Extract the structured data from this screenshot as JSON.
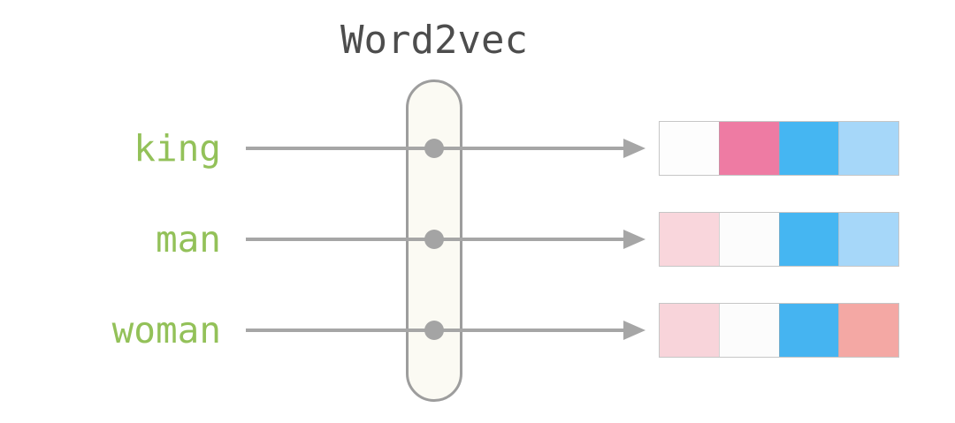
{
  "diagram": {
    "title": "Word2vec",
    "title_color": "#4d4d4d",
    "word_color": "#93c159",
    "arrow_color": "#a6a6a6",
    "node_color": "#a4a4a4",
    "encoder_fill": "#fbfaf3",
    "encoder_border": "#9d9d9d"
  },
  "rows": [
    {
      "word": "king",
      "vector": [
        "#fdfdfd",
        "#ee7ba3",
        "#45b6f2",
        "#a6d7f9"
      ]
    },
    {
      "word": "man",
      "vector": [
        "#f9d6dc",
        "#fcfcfc",
        "#45b6f2",
        "#a6d7f9"
      ]
    },
    {
      "word": "woman",
      "vector": [
        "#f8d4da",
        "#fcfcfc",
        "#45b4f1",
        "#f4a8a4"
      ]
    }
  ]
}
